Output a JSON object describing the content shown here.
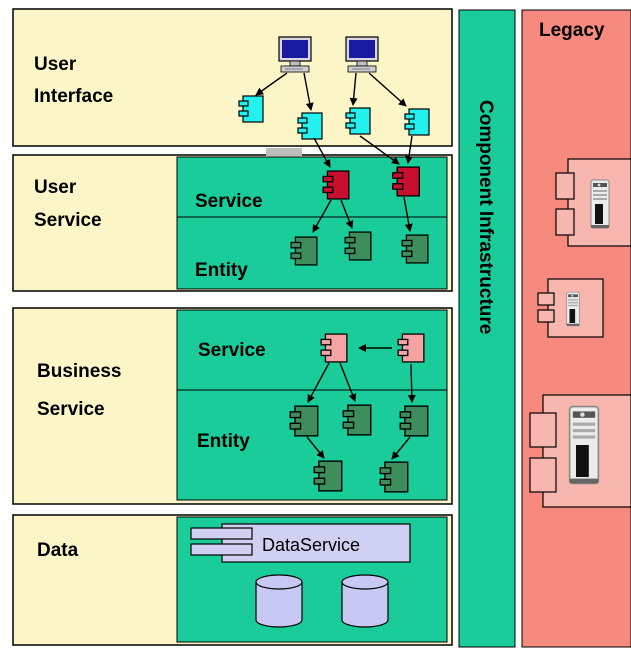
{
  "layers": {
    "user_interface": "User\nInterface",
    "user_service": "User\nService",
    "business_service": "Business\nService",
    "data": "Data"
  },
  "sublayers": {
    "us_service": "Service",
    "us_entity": "Entity",
    "bs_service": "Service",
    "bs_entity": "Entity"
  },
  "data_service_label": "DataService",
  "infrastructure_label": "Component Infrastructure",
  "legacy_label": "Legacy",
  "colors": {
    "layer_bg": "#fbf5c8",
    "inner_green": "#19cc9a",
    "infrastructure": "#19cc9a",
    "legacy": "#f68a7e",
    "ui_component": "#22f1ee",
    "user_service_component": "#c8102e",
    "entity_component": "#3e8d5c",
    "business_service_component": "#f6a3a5",
    "legacy_component": "#f8b7ae",
    "data_service_bg": "#d0d0f2",
    "database": "#c8c8f4"
  }
}
